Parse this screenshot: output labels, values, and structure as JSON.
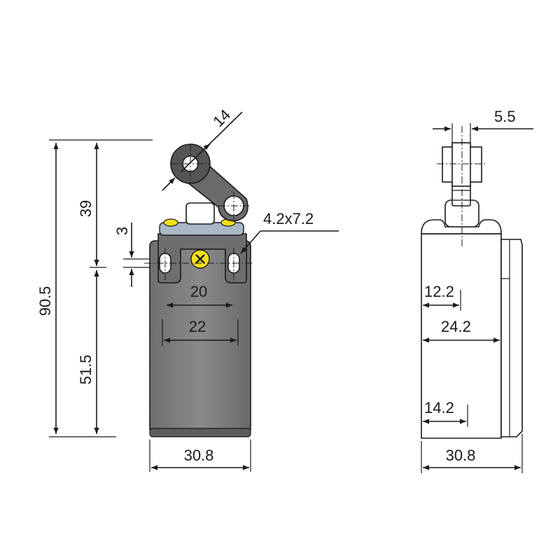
{
  "colors": {
    "body_fill": "#7f7f7f",
    "body_dark": "#5c5c5c",
    "cap_fill": "#a9b7c6",
    "plunger_fill": "#ffffff",
    "screw_fill": "#f3e01a",
    "line": "#1a1a1a"
  },
  "front_view": {
    "dims": {
      "overall_height": "90.5",
      "upper_height": "39",
      "lower_height": "51.5",
      "small_step": "3",
      "roller_diameter": "14",
      "slot_size": "4.2x7.2",
      "hole_spacing_inner": "20",
      "hole_spacing_outer": "22",
      "body_width": "30.8"
    }
  },
  "side_view": {
    "dims": {
      "lever_width": "5.5",
      "depth_a": "12.2",
      "depth_b": "24.2",
      "depth_c": "14.2",
      "body_width": "30.8"
    }
  }
}
